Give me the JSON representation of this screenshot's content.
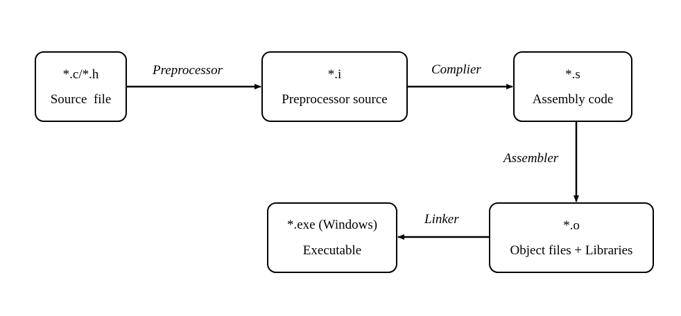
{
  "nodes": {
    "source": {
      "line1": "*.c/*.h",
      "line2": "Source  file"
    },
    "preprocessed": {
      "line1": "*.i",
      "line2": "Preprocessor source"
    },
    "assembly": {
      "line1": "*.s",
      "line2": "Assembly code"
    },
    "object": {
      "line1": "*.o",
      "line2": "Object files + Libraries"
    },
    "executable": {
      "line1": "*.exe (Windows)",
      "line2": "Executable"
    }
  },
  "edges": {
    "preprocessor": "Preprocessor",
    "compiler": "Complier",
    "assembler": "Assembler",
    "linker": "Linker"
  },
  "colors": {
    "stroke": "#000000",
    "background": "#ffffff"
  }
}
